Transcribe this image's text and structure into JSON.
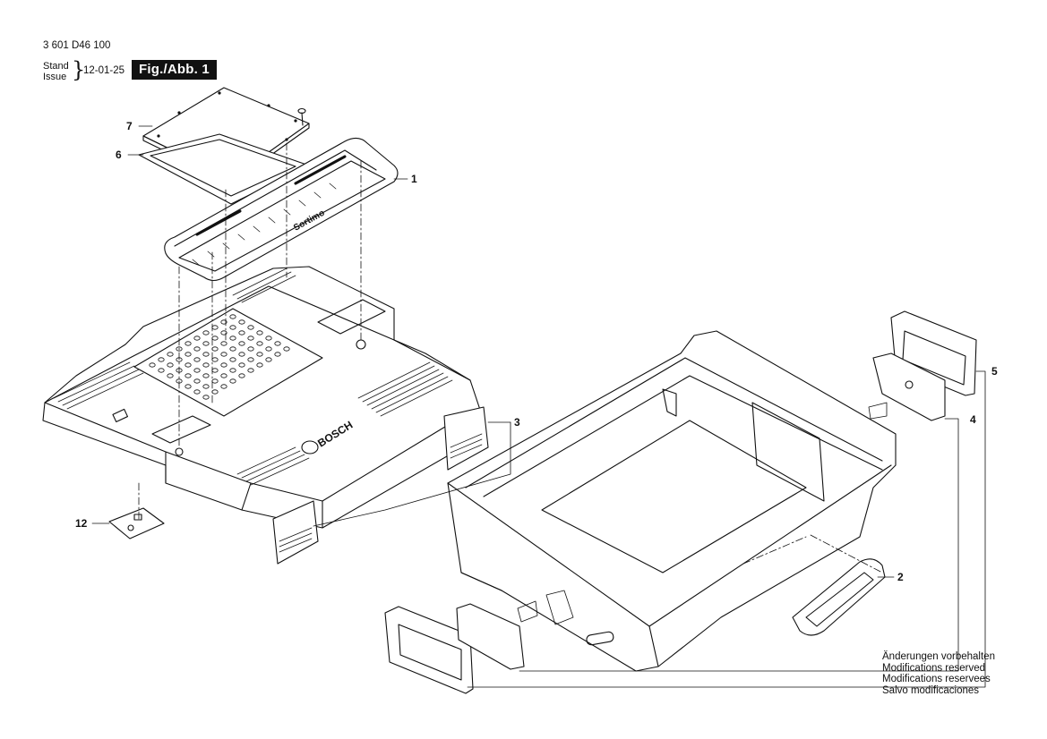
{
  "header": {
    "document_number": "3 601 D46 100",
    "stand_label": "Stand",
    "issue_label": "Issue",
    "date": "12-01-25",
    "figure_label": "Fig./Abb. 1"
  },
  "parts": [
    "1",
    "2",
    "3",
    "4",
    "5",
    "6",
    "7",
    "12"
  ],
  "notes": [
    "Änderungen vorbehalten",
    "Modifications reserved",
    "Modifications reservees",
    "Salvo modificaciones"
  ],
  "artwork": {
    "lid_brand": "BOSCH",
    "handle_brand": "Sortimo"
  }
}
